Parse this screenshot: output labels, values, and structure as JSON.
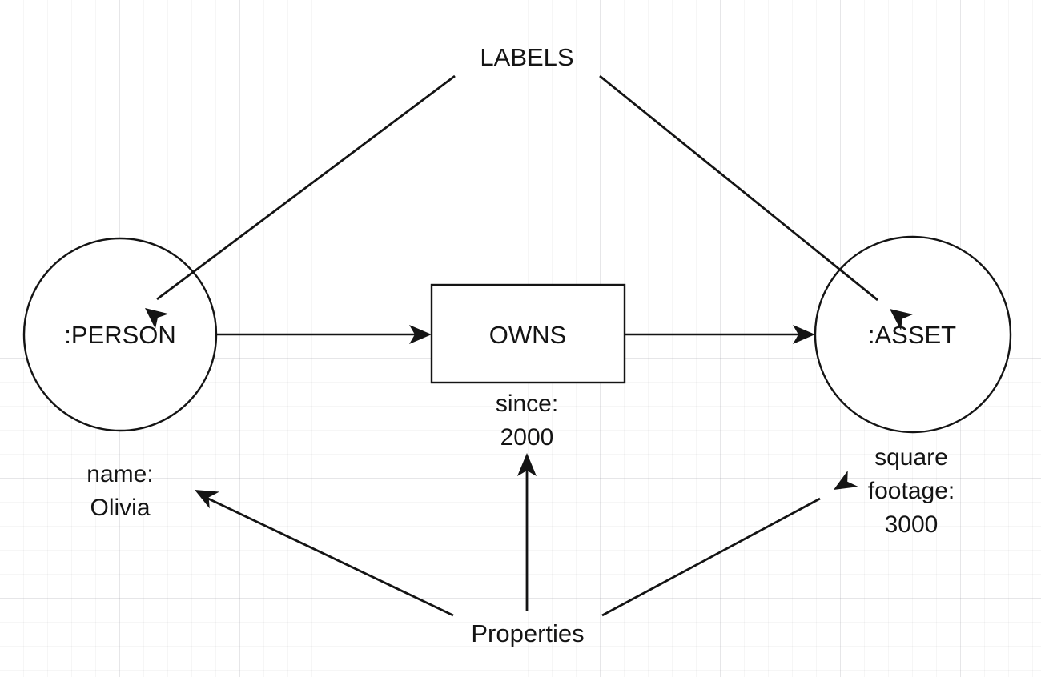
{
  "diagram": {
    "title_annotation": "LABELS",
    "bottom_annotation": "Properties",
    "nodes": [
      {
        "id": "person",
        "shape": "circle",
        "label": ":PERSON",
        "property_lines": [
          "name:",
          "Olivia"
        ]
      },
      {
        "id": "owns",
        "shape": "rectangle",
        "label": "OWNS",
        "property_lines": [
          "since:",
          "2000"
        ]
      },
      {
        "id": "asset",
        "shape": "circle",
        "label": ":ASSET",
        "property_lines": [
          "square",
          "footage:",
          "3000"
        ]
      }
    ],
    "relationships": [
      {
        "from": ":PERSON",
        "to": "OWNS",
        "style": "arrow"
      },
      {
        "from": "OWNS",
        "to": ":ASSET",
        "style": "arrow"
      }
    ],
    "annotation_pointers": [
      {
        "label": "LABELS",
        "target": ":PERSON"
      },
      {
        "label": "LABELS",
        "target": ":ASSET"
      },
      {
        "label": "Properties",
        "target": "name: Olivia"
      },
      {
        "label": "Properties",
        "target": "since: 2000"
      },
      {
        "label": "Properties",
        "target": "square footage: 3000"
      }
    ],
    "colors": {
      "stroke": "#141414",
      "node_fill": "#ffffff",
      "background": "#ffffff",
      "grid_line": "#96969f"
    }
  }
}
